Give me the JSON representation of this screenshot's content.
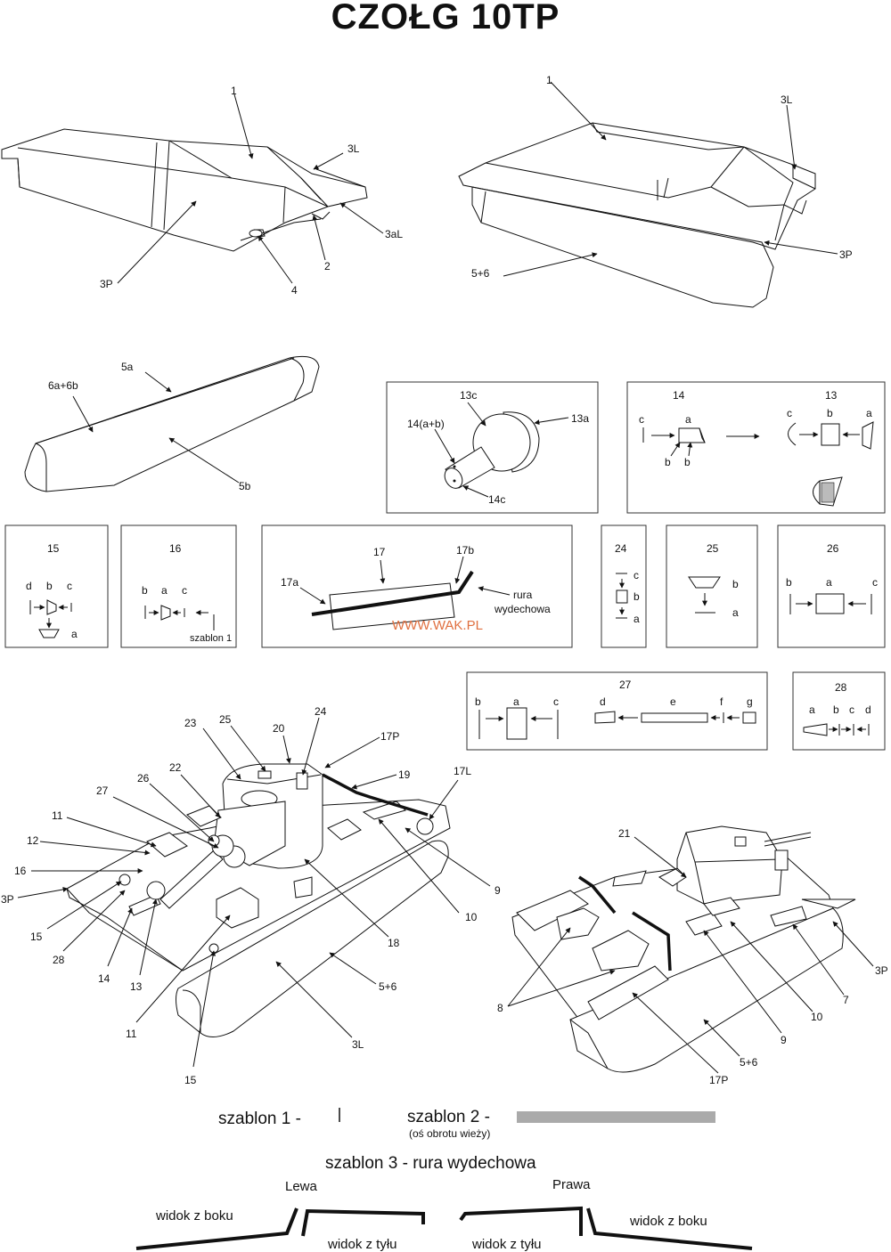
{
  "title": "CZOŁG 10TP",
  "watermark": "WWW.WAK.PL",
  "view1_labels": {
    "p1": "1",
    "p3L": "3L",
    "p3aL": "3aL",
    "p2": "2",
    "p4": "4",
    "p3P": "3P"
  },
  "view2_labels": {
    "p1": "1",
    "p3L": "3L",
    "p3P": "3P",
    "p56": "5+6"
  },
  "track_labels": {
    "p5a": "5a",
    "p6a6b": "6a+6b",
    "p5b": "5b"
  },
  "box_13c": {
    "l13c": "13c",
    "l13a": "13a",
    "l14ab": "14(a+b)",
    "l14c": "14c"
  },
  "box_14_13": {
    "t14": "14",
    "t13": "13",
    "c1": "c",
    "a1": "a",
    "b1": "b",
    "b2": "b",
    "c2": "c",
    "b3": "b",
    "a2": "a"
  },
  "box_15": {
    "title": "15",
    "d": "d",
    "b": "b",
    "c": "c",
    "a": "a"
  },
  "box_16": {
    "title": "16",
    "b": "b",
    "a": "a",
    "c": "c",
    "note": "szablon 1"
  },
  "box_17": {
    "title": "17",
    "a": "17a",
    "b": "17b",
    "rura": "rura",
    "wydechowa": "wydechowa"
  },
  "box_24": {
    "title": "24",
    "c": "c",
    "b": "b",
    "a": "a"
  },
  "box_25": {
    "title": "25",
    "b": "b",
    "a": "a"
  },
  "box_26": {
    "title": "26",
    "b": "b",
    "a": "a",
    "c": "c"
  },
  "box_27": {
    "title": "27",
    "b": "b",
    "a": "a",
    "c": "c",
    "d": "d",
    "e": "e",
    "f": "f",
    "g": "g"
  },
  "box_28": {
    "title": "28",
    "a": "a",
    "b": "b",
    "c": "c",
    "d": "d"
  },
  "view3_labels": {
    "l23": "23",
    "l25": "25",
    "l20": "20",
    "l24": "24",
    "l17P": "17P",
    "l22": "22",
    "l19": "19",
    "l17L": "17L",
    "l26": "26",
    "l27": "27",
    "l11a": "11",
    "l12": "12",
    "l16": "16",
    "l3P": "3P",
    "l15a": "15",
    "l28": "28",
    "l14": "14",
    "l13": "13",
    "l11b": "11",
    "l15b": "15",
    "l9": "9",
    "l10": "10",
    "l18": "18",
    "l56": "5+6",
    "l3L": "3L"
  },
  "view4_labels": {
    "l21": "21",
    "l8": "8",
    "l3P": "3P",
    "l7": "7",
    "l10": "10",
    "l9": "9",
    "l56": "5+6",
    "l17P": "17P"
  },
  "templates": {
    "s1": "szablon 1  -",
    "s2": "szablon 2  -",
    "s2_note": "(oś obrotu wieży)",
    "s3": "szablon 3  - rura wydechowa",
    "lewa": "Lewa",
    "prawa": "Prawa",
    "boku_l": "widok z boku",
    "tylu_l": "widok z tyłu",
    "tylu_r": "widok z tyłu",
    "boku_r": "widok z boku"
  },
  "colors": {
    "watermark": "#e07040",
    "template_bar": "#aaaaaa",
    "line": "#111111"
  }
}
